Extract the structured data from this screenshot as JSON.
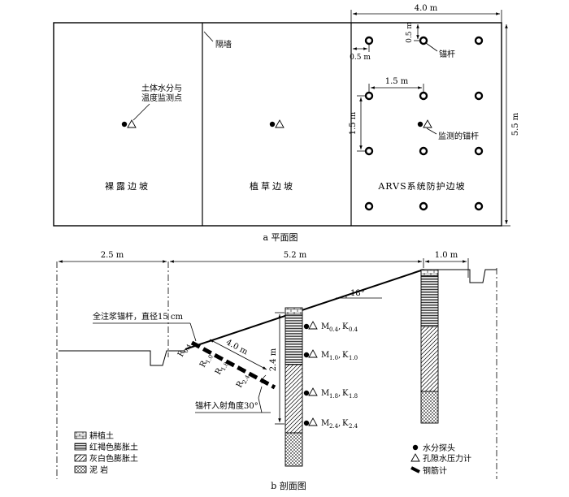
{
  "plan": {
    "zones": [
      "裸露边坡",
      "植草边坡",
      "ARVS系统防护边坡"
    ],
    "partition_label": "隔墙",
    "monitor_label_line1": "土体水分与",
    "monitor_label_line2": "温度监测点",
    "anchor_label": "锚杆",
    "monitored_anchor_label": "监测的锚杆",
    "dim_width": "4.0 m",
    "dim_height": "5.5 m",
    "dim_spacing_h": "1.5 m",
    "dim_spacing_v": "1.5 m",
    "dim_edge_top": "0.5 m",
    "dim_edge_left": "0.5 m",
    "caption": "a 平面图"
  },
  "section": {
    "dim_left": "2.5 m",
    "dim_middle": "5.2 m",
    "dim_right": "1.0 m",
    "slope_angle": "18°",
    "anchor_note": "全注浆锚杆，直径15 cm",
    "anchor_length": "4.0 m",
    "depth": "2.4 m",
    "incidence_note": "锚杆入射角度30°",
    "gauges": [
      {
        "main": "R",
        "sub": "0.4"
      },
      {
        "main": "R",
        "sub": "1.0"
      },
      {
        "main": "R",
        "sub": "1.8"
      },
      {
        "main": "R",
        "sub": "2.4"
      }
    ],
    "sensors": [
      {
        "m": "M",
        "msub": "0.4",
        "k": "K",
        "ksub": "0.4"
      },
      {
        "m": "M",
        "msub": "1.0",
        "k": "K",
        "ksub": "1.0"
      },
      {
        "m": "M",
        "msub": "1.8",
        "k": "K",
        "ksub": "1.8"
      },
      {
        "m": "M",
        "msub": "2.4",
        "k": "K",
        "ksub": "2.4"
      }
    ],
    "soil_legend": [
      "耕植土",
      "红褐色膨胀土",
      "灰白色膨胀土",
      "泥 岩"
    ],
    "symbol_legend": [
      "水分探头",
      "孔隙水压力计",
      "钢筋计"
    ],
    "caption": "b 剖面图"
  }
}
